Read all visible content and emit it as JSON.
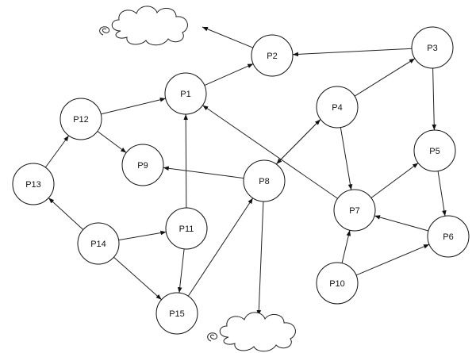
{
  "nodes": [
    {
      "id": "P1",
      "label": "P1"
    },
    {
      "id": "P2",
      "label": "P2"
    },
    {
      "id": "P3",
      "label": "P3"
    },
    {
      "id": "P4",
      "label": "P4"
    },
    {
      "id": "P5",
      "label": "P5"
    },
    {
      "id": "P6",
      "label": "P6"
    },
    {
      "id": "P7",
      "label": "P7"
    },
    {
      "id": "P8",
      "label": "P8"
    },
    {
      "id": "P9",
      "label": "P9"
    },
    {
      "id": "P10",
      "label": "P10"
    },
    {
      "id": "P11",
      "label": "P11"
    },
    {
      "id": "P12",
      "label": "P12"
    },
    {
      "id": "P13",
      "label": "P13"
    },
    {
      "id": "P14",
      "label": "P14"
    },
    {
      "id": "P15",
      "label": "P15"
    }
  ],
  "edges": [
    {
      "from": "P1",
      "to": "P2"
    },
    {
      "from": "P2",
      "to": "cloud-top"
    },
    {
      "from": "P3",
      "to": "P2"
    },
    {
      "from": "P4",
      "to": "P3"
    },
    {
      "from": "P3",
      "to": "P5"
    },
    {
      "from": "P4",
      "to": "P7"
    },
    {
      "from": "P4",
      "to": "P8"
    },
    {
      "from": "P8",
      "to": "P4"
    },
    {
      "from": "P5",
      "to": "P6"
    },
    {
      "from": "P6",
      "to": "P7"
    },
    {
      "from": "P7",
      "to": "P5"
    },
    {
      "from": "P7",
      "to": "P1"
    },
    {
      "from": "P10",
      "to": "P7"
    },
    {
      "from": "P10",
      "to": "P6"
    },
    {
      "from": "P8",
      "to": "P9"
    },
    {
      "from": "P8",
      "to": "cloud-bottom"
    },
    {
      "from": "P12",
      "to": "P1"
    },
    {
      "from": "P12",
      "to": "P9"
    },
    {
      "from": "P13",
      "to": "P12"
    },
    {
      "from": "P14",
      "to": "P13"
    },
    {
      "from": "P14",
      "to": "P11"
    },
    {
      "from": "P14",
      "to": "P15"
    },
    {
      "from": "P11",
      "to": "P1"
    },
    {
      "from": "P11",
      "to": "P15"
    },
    {
      "from": "P15",
      "to": "P8"
    }
  ],
  "clouds": [
    {
      "id": "cloud-top"
    },
    {
      "id": "cloud-bottom"
    }
  ]
}
